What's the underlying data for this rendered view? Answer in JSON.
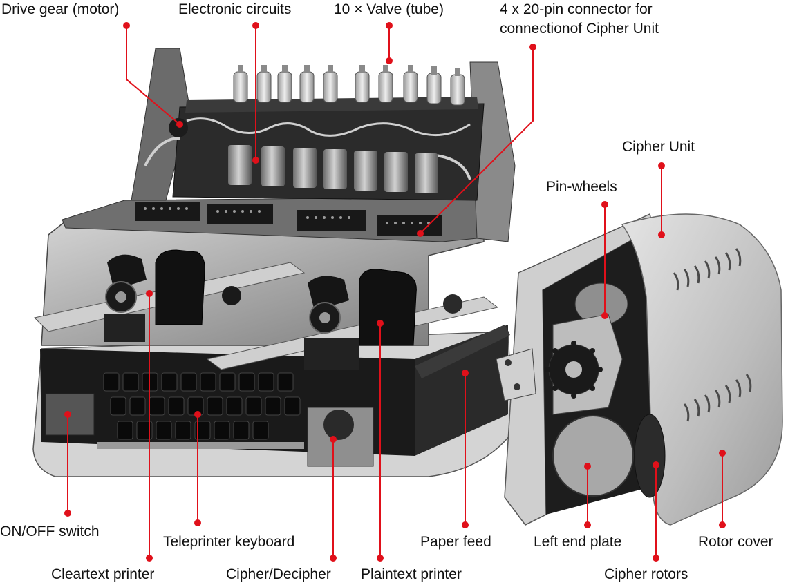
{
  "labels": {
    "drive_gear": "Drive gear (motor)",
    "electronic_circuits": "Electronic circuits",
    "valves": "10 × Valve (tube)",
    "connector_line1": "4 x 20-pin connector for",
    "connector_line2": "connectionof Cipher Unit",
    "cipher_unit": "Cipher Unit",
    "pin_wheels": "Pin-wheels",
    "on_off_switch": "ON/OFF switch",
    "teleprinter_keyboard": "Teleprinter keyboard",
    "paper_feed": "Paper feed",
    "left_end_plate": "Left end plate",
    "rotor_cover": "Rotor cover",
    "cleartext_printer": "Cleartext printer",
    "cipher_decipher": "Cipher/Decipher",
    "plaintext_printer": "Plaintext printer",
    "cipher_rotors": "Cipher rotors"
  },
  "colors": {
    "leader": "#e0101a",
    "text": "#111111",
    "machine_dark": "#1c1c1c",
    "machine_metal": "#b5b5b5",
    "machine_light": "#d9d9d9"
  }
}
